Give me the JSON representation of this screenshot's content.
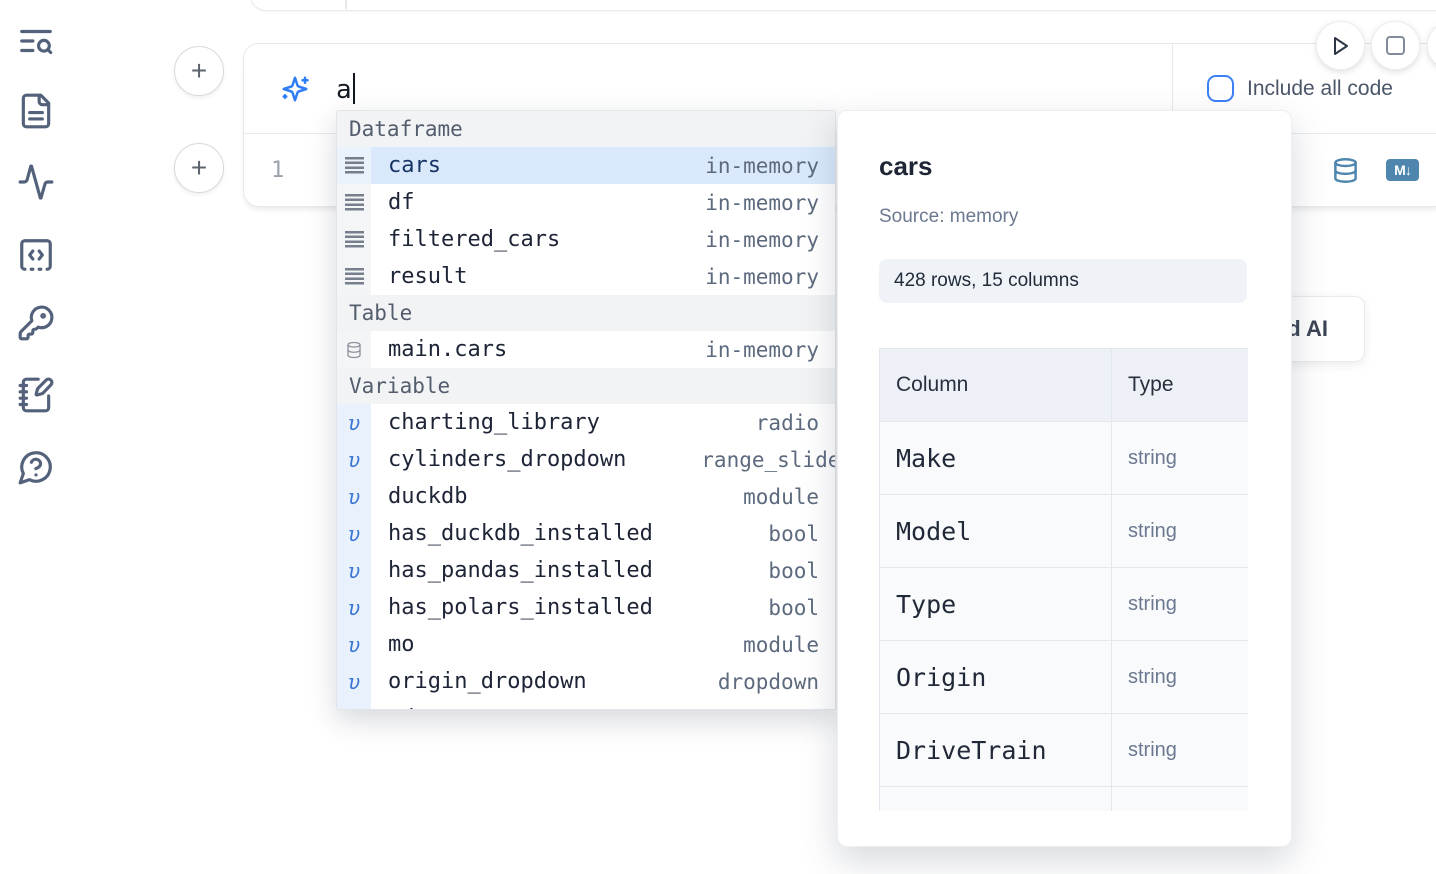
{
  "colors": {
    "accent_blue": "#3b82f6",
    "icon_steel_blue": "#4e86ae",
    "selection_blue": "#d9e9fb"
  },
  "sidebar": {
    "icons": [
      "table-of-contents-search",
      "file-document",
      "activity",
      "code-snippets",
      "shortcut-key",
      "scratchpad-notebook",
      "help-chat"
    ]
  },
  "toolbar": {
    "run_icon": "play",
    "stop_icon": "square"
  },
  "prompt": {
    "value": "a",
    "include_label": "Include all code",
    "checkbox_checked": false
  },
  "code_cell": {
    "line_number": "1"
  },
  "ai_button": {
    "visible_label": "d AI"
  },
  "completion": {
    "groups": [
      {
        "label": "Dataframe",
        "items": [
          {
            "name": "cars",
            "type": "in-memory",
            "kind": "dataframe",
            "selected": true
          },
          {
            "name": "df",
            "type": "in-memory",
            "kind": "dataframe"
          },
          {
            "name": "filtered_cars",
            "type": "in-memory",
            "kind": "dataframe"
          },
          {
            "name": "result",
            "type": "in-memory",
            "kind": "dataframe"
          }
        ]
      },
      {
        "label": "Table",
        "items": [
          {
            "name": "main.cars",
            "type": "in-memory",
            "kind": "table"
          }
        ]
      },
      {
        "label": "Variable",
        "items": [
          {
            "name": "charting_library",
            "type": "radio",
            "kind": "variable"
          },
          {
            "name": "cylinders_dropdown",
            "type": "range_slider",
            "kind": "variable",
            "clip": true
          },
          {
            "name": "duckdb",
            "type": "module",
            "kind": "variable"
          },
          {
            "name": "has_duckdb_installed",
            "type": "bool",
            "kind": "variable"
          },
          {
            "name": "has_pandas_installed",
            "type": "bool",
            "kind": "variable"
          },
          {
            "name": "has_polars_installed",
            "type": "bool",
            "kind": "variable"
          },
          {
            "name": "mo",
            "type": "module",
            "kind": "variable"
          },
          {
            "name": "origin_dropdown",
            "type": "dropdown",
            "kind": "variable"
          },
          {
            "name": "pd",
            "type": "module",
            "kind": "variable"
          }
        ]
      }
    ]
  },
  "panel": {
    "title": "cars",
    "source": "Source: memory",
    "shape": "428 rows, 15 columns",
    "table": {
      "headers": [
        "Column",
        "Type"
      ],
      "rows": [
        [
          "Make",
          "string"
        ],
        [
          "Model",
          "string"
        ],
        [
          "Type",
          "string"
        ],
        [
          "Origin",
          "string"
        ],
        [
          "DriveTrain",
          "string"
        ]
      ],
      "partial_row": true
    }
  }
}
